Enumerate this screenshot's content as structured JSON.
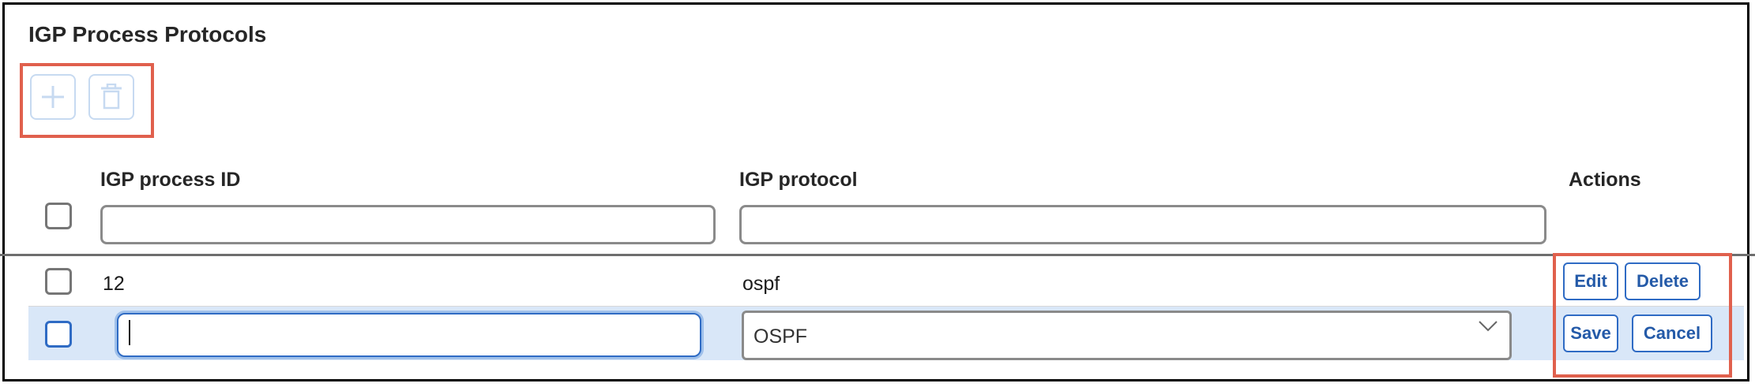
{
  "section": {
    "title": "IGP Process Protocols"
  },
  "toolbar": {
    "add_icon": "plus-icon",
    "delete_icon": "trash-icon",
    "disabled_color": "#c7daf1",
    "highlight_color": "#e0604d"
  },
  "table": {
    "columns": [
      {
        "label": "IGP process ID"
      },
      {
        "label": "IGP protocol"
      },
      {
        "label": "Actions"
      }
    ],
    "filters": {
      "process_id": "",
      "protocol": ""
    },
    "rows": [
      {
        "process_id": "12",
        "protocol": "ospf",
        "actions": [
          "Edit",
          "Delete"
        ]
      }
    ],
    "edit_row": {
      "process_id": "",
      "protocol_selected": "OSPF",
      "actions": [
        "Save",
        "Cancel"
      ],
      "background_color": "#d9e7f8"
    }
  },
  "accent_color": "#2f6bc4"
}
